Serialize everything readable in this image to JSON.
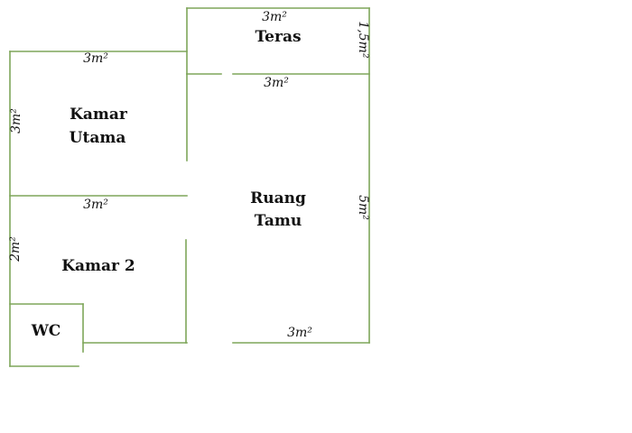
{
  "colors": {
    "wall": "#7fa65a",
    "text": "#111111",
    "background": "#ffffff"
  },
  "rooms": {
    "teras": "Teras",
    "kamar_utama_line1": "Kamar",
    "kamar_utama_line2": "Utama",
    "ruang_tamu_line1": "Ruang",
    "ruang_tamu_line2": "Tamu",
    "kamar_2": "Kamar 2",
    "wc": "WC"
  },
  "dimensions": {
    "teras_top": "3m²",
    "teras_right": "1,5m²",
    "teras_bottom": "3m²",
    "kamar_utama_top": "3m²",
    "kamar_utama_left": "3m²",
    "kamar_utama_bottom": "3m²",
    "kamar_2_left": "2m²",
    "ruang_tamu_right": "5m²",
    "ruang_tamu_bottom": "3m²"
  }
}
